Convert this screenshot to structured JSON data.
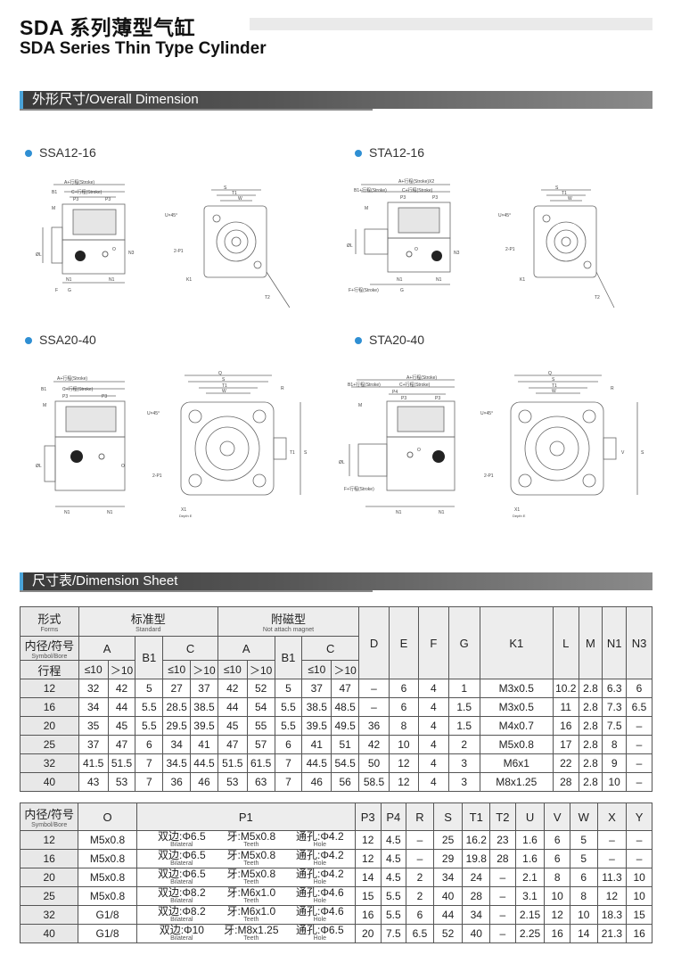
{
  "header": {
    "title_cn": "SDA  系列薄型气缸",
    "title_en": "SDA Series Thin Type  Cylinder"
  },
  "section1": {
    "label": "外形尺寸/Overall Dimension"
  },
  "section2": {
    "label": "尺寸表/Dimension Sheet"
  },
  "models": {
    "ssa1216": "SSA12-16",
    "sta1216": "STA12-16",
    "ssa2040": "SSA20-40",
    "sta2040": "STA20-40"
  },
  "drawing_labels": {
    "a_stroke": "A+行程(Stroke)",
    "a_stroke_x2": "A+行程(Stroke)X2",
    "c_stroke": "C+行程(Stroke)",
    "b1_stroke": "B1+行程(Stroke)",
    "f_stroke": "F+行程(Stroke)",
    "b1": "B1",
    "p3": "P3",
    "p4": "P4",
    "m": "M",
    "n1": "N1",
    "n3": "N3",
    "f": "F",
    "g": "G",
    "o": "O",
    "phi_l": "ØL",
    "ux45": "U×45°",
    "s": "S",
    "t1": "T1",
    "t2": "T2",
    "w": "W",
    "v": "V",
    "r": "R",
    "p1_2": "2-P1",
    "k1": "K1",
    "x1": "X1",
    "depth_e": "Depth E",
    "q": "Q"
  },
  "table1": {
    "hdr_forms_cn": "形式",
    "hdr_forms_en": "Forms",
    "hdr_symbol_cn": "内径/符号",
    "hdr_symbol_en": "Symbol/Bore",
    "hdr_stroke": "行程",
    "hdr_standard_cn": "标准型",
    "hdr_standard_en": "Standard",
    "hdr_magnet_cn": "附磁型",
    "hdr_magnet_en": "Not attach magnet",
    "col_a": "A",
    "col_b1": "B1",
    "col_c": "C",
    "le10": "≤10",
    "gt10": "＞10",
    "cols": [
      "D",
      "E",
      "F",
      "G",
      "K1",
      "L",
      "M",
      "N1",
      "N3"
    ],
    "rows": [
      [
        "12",
        "32",
        "42",
        "5",
        "27",
        "37",
        "42",
        "52",
        "5",
        "37",
        "47",
        "–",
        "6",
        "4",
        "1",
        "M3x0.5",
        "10.2",
        "2.8",
        "6.3",
        "6"
      ],
      [
        "16",
        "34",
        "44",
        "5.5",
        "28.5",
        "38.5",
        "44",
        "54",
        "5.5",
        "38.5",
        "48.5",
        "–",
        "6",
        "4",
        "1.5",
        "M3x0.5",
        "11",
        "2.8",
        "7.3",
        "6.5"
      ],
      [
        "20",
        "35",
        "45",
        "5.5",
        "29.5",
        "39.5",
        "45",
        "55",
        "5.5",
        "39.5",
        "49.5",
        "36",
        "8",
        "4",
        "1.5",
        "M4x0.7",
        "16",
        "2.8",
        "7.5",
        "–"
      ],
      [
        "25",
        "37",
        "47",
        "6",
        "34",
        "41",
        "47",
        "57",
        "6",
        "41",
        "51",
        "42",
        "10",
        "4",
        "2",
        "M5x0.8",
        "17",
        "2.8",
        "8",
        "–"
      ],
      [
        "32",
        "41.5",
        "51.5",
        "7",
        "34.5",
        "44.5",
        "51.5",
        "61.5",
        "7",
        "44.5",
        "54.5",
        "50",
        "12",
        "4",
        "3",
        "M6x1",
        "22",
        "2.8",
        "9",
        "–"
      ],
      [
        "40",
        "43",
        "53",
        "7",
        "36",
        "46",
        "53",
        "63",
        "7",
        "46",
        "56",
        "58.5",
        "12",
        "4",
        "3",
        "M8x1.25",
        "28",
        "2.8",
        "10",
        "–"
      ]
    ]
  },
  "table2": {
    "hdr_symbol_cn": "内径/符号",
    "hdr_symbol_en": "Symbol/Bore",
    "cols": [
      "O",
      "P1",
      "P3",
      "P4",
      "R",
      "S",
      "T1",
      "T2",
      "U",
      "V",
      "W",
      "X",
      "Y"
    ],
    "bilateral_cn": "双边:",
    "bilateral_en": "Bilateral",
    "teeth_cn": "牙:",
    "teeth_en": "Teeth",
    "hole_cn": "通孔:",
    "hole_en": "Hole",
    "rows": [
      {
        "bore": "12",
        "o": "M5x0.8",
        "bil": "Φ6.5",
        "teeth": "M5x0.8",
        "hole": "Φ4.2",
        "rest": [
          "12",
          "4.5",
          "–",
          "25",
          "16.2",
          "23",
          "1.6",
          "6",
          "5",
          "–",
          "–"
        ]
      },
      {
        "bore": "16",
        "o": "M5x0.8",
        "bil": "Φ6.5",
        "teeth": "M5x0.8",
        "hole": "Φ4.2",
        "rest": [
          "12",
          "4.5",
          "–",
          "29",
          "19.8",
          "28",
          "1.6",
          "6",
          "5",
          "–",
          "–"
        ]
      },
      {
        "bore": "20",
        "o": "M5x0.8",
        "bil": "Φ6.5",
        "teeth": "M5x0.8",
        "hole": "Φ4.2",
        "rest": [
          "14",
          "4.5",
          "2",
          "34",
          "24",
          "–",
          "2.1",
          "8",
          "6",
          "11.3",
          "10"
        ]
      },
      {
        "bore": "25",
        "o": "M5x0.8",
        "bil": "Φ8.2",
        "teeth": "M6x1.0",
        "hole": "Φ4.6",
        "rest": [
          "15",
          "5.5",
          "2",
          "40",
          "28",
          "–",
          "3.1",
          "10",
          "8",
          "12",
          "10"
        ]
      },
      {
        "bore": "32",
        "o": "G1/8",
        "bil": "Φ8.2",
        "teeth": "M6x1.0",
        "hole": "Φ4.6",
        "rest": [
          "16",
          "5.5",
          "6",
          "44",
          "34",
          "–",
          "2.15",
          "12",
          "10",
          "18.3",
          "15"
        ]
      },
      {
        "bore": "40",
        "o": "G1/8",
        "bil": "Φ10",
        "teeth": "M8x1.25",
        "hole": "Φ6.5",
        "rest": [
          "20",
          "7.5",
          "6.5",
          "52",
          "40",
          "–",
          "2.25",
          "16",
          "14",
          "21.3",
          "16"
        ]
      }
    ]
  },
  "colors": {
    "accent": "#2f8fd3",
    "section_bar": "#4a4a4a"
  }
}
